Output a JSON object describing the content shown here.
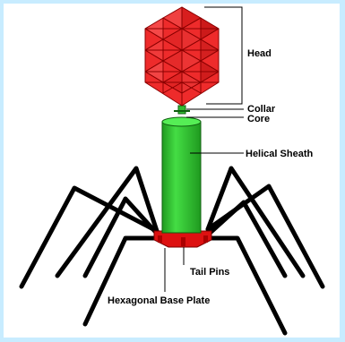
{
  "labels": {
    "head": "Head",
    "collar": "Collar",
    "core": "Core",
    "helical_sheath": "Helical Sheath",
    "tail_pins": "Tail Pins",
    "base_plate": "Hexagonal Base Plate"
  },
  "colors": {
    "frame": "#c8ecff",
    "panel": "#ffffff",
    "head_fill": "#ee2b2b",
    "head_edge": "#8a0000",
    "sheath_fill": "#33cc33",
    "sheath_dark": "#1a8a1a",
    "base_plate": "#dd1111",
    "legs": "#000000"
  }
}
